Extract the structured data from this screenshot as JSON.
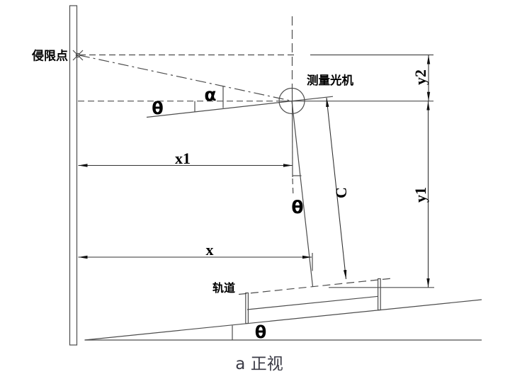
{
  "diagram": {
    "type": "engineering-front-view-measurement-schematic",
    "caption": "a 正视",
    "labels": {
      "intrusion_point": "侵限点",
      "optical_machine": "测量光机",
      "track": "轨道"
    },
    "dimensions": {
      "x1": "x1",
      "x": "x",
      "y1": "y1",
      "y2": "y2",
      "c": "C"
    },
    "angles": {
      "theta_sight": "θ",
      "alpha": "α",
      "theta_plumb": "θ",
      "theta_slope": "θ"
    },
    "colors": {
      "background": "#ffffff",
      "line": "#4d4d4d",
      "dimension_line": "#333333",
      "text": "#000000",
      "caption_text": "#3b3b46"
    }
  }
}
